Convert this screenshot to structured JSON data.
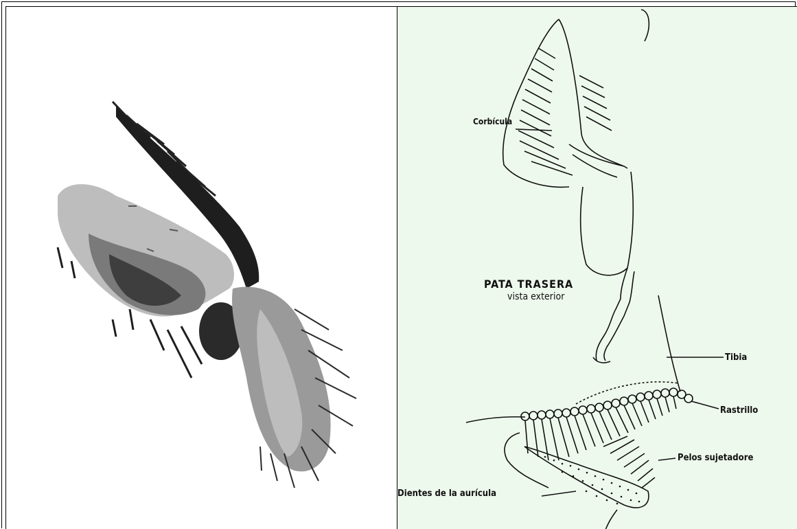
{
  "labels": {
    "corbicula": "Corbícula",
    "pata_trasera": "PATA TRASERA",
    "vista_exterior": "vista exterior",
    "tibia": "Tibia",
    "rastrillo": "Rastrillo",
    "pelos": "Pelos sujetadore",
    "dientes": "Dientes de la aurícula"
  },
  "colors": {
    "left_bg": "#ffffff",
    "right_bg": "#eef9ed",
    "ink": "#111111",
    "gray_light": "#9a9a9a",
    "gray_dark": "#4a4a4a"
  }
}
